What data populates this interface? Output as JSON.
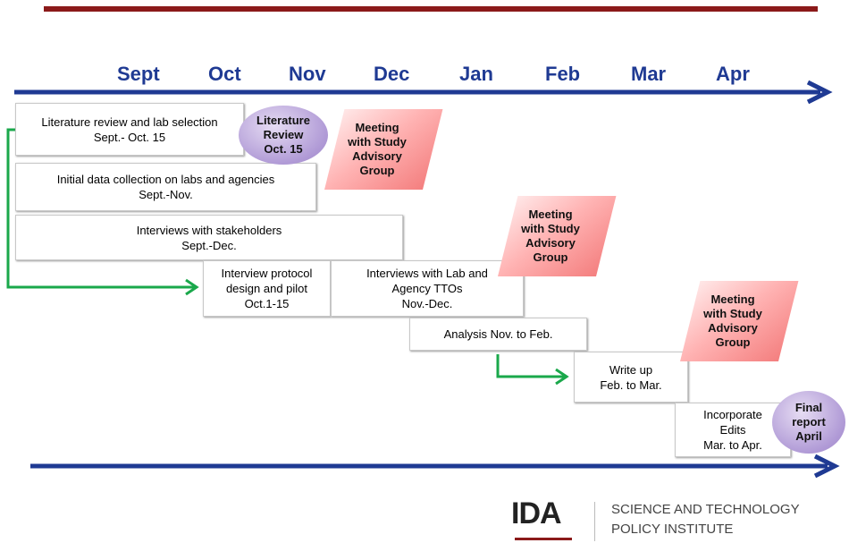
{
  "months": [
    "Sept",
    "Oct",
    "Nov",
    "Dec",
    "Jan",
    "Feb",
    "Mar",
    "Apr"
  ],
  "tasks": [
    {
      "line1": "Literature review and lab selection",
      "line2": "Sept.- Oct. 15"
    },
    {
      "line1": "Initial data collection on labs and agencies",
      "line2": "Sept.-Nov."
    },
    {
      "line1": "Interviews with stakeholders",
      "line2": "Sept.-Dec."
    },
    {
      "line1": "Interview protocol",
      "line2": "design and pilot",
      "line3": "Oct.1-15"
    },
    {
      "line1": "Interviews with Lab and",
      "line2": "Agency TTOs",
      "line3": "Nov.-Dec."
    },
    {
      "line1": "Analysis  Nov. to Feb."
    },
    {
      "line1": "Write up",
      "line2": "Feb. to Mar."
    },
    {
      "line1": "Incorporate",
      "line2": "Edits",
      "line3": "Mar. to Apr."
    }
  ],
  "milestones": {
    "literature": {
      "line1": "Literature",
      "line2": "Review",
      "line3": "Oct. 15"
    },
    "final": {
      "line1": "Final",
      "line2": "report",
      "line3": "April"
    }
  },
  "meetings": [
    {
      "line1": "Meeting",
      "line2": "with Study",
      "line3": "Advisory",
      "line4": "Group"
    },
    {
      "line1": "Meeting",
      "line2": "with Study",
      "line3": "Advisory",
      "line4": "Group"
    },
    {
      "line1": "Meeting",
      "line2": "with Study",
      "line3": "Advisory",
      "line4": "Group"
    }
  ],
  "logo": {
    "mark": "IDA",
    "line1": "SCIENCE AND TECHNOLOGY",
    "line2": "POLICY INSTITUTE"
  },
  "colors": {
    "axis": "#1f3a93",
    "topbar": "#8b1a1a",
    "connector": "#1aa84b",
    "meeting": "#f47f7f",
    "milestone": "#b09ad6"
  }
}
